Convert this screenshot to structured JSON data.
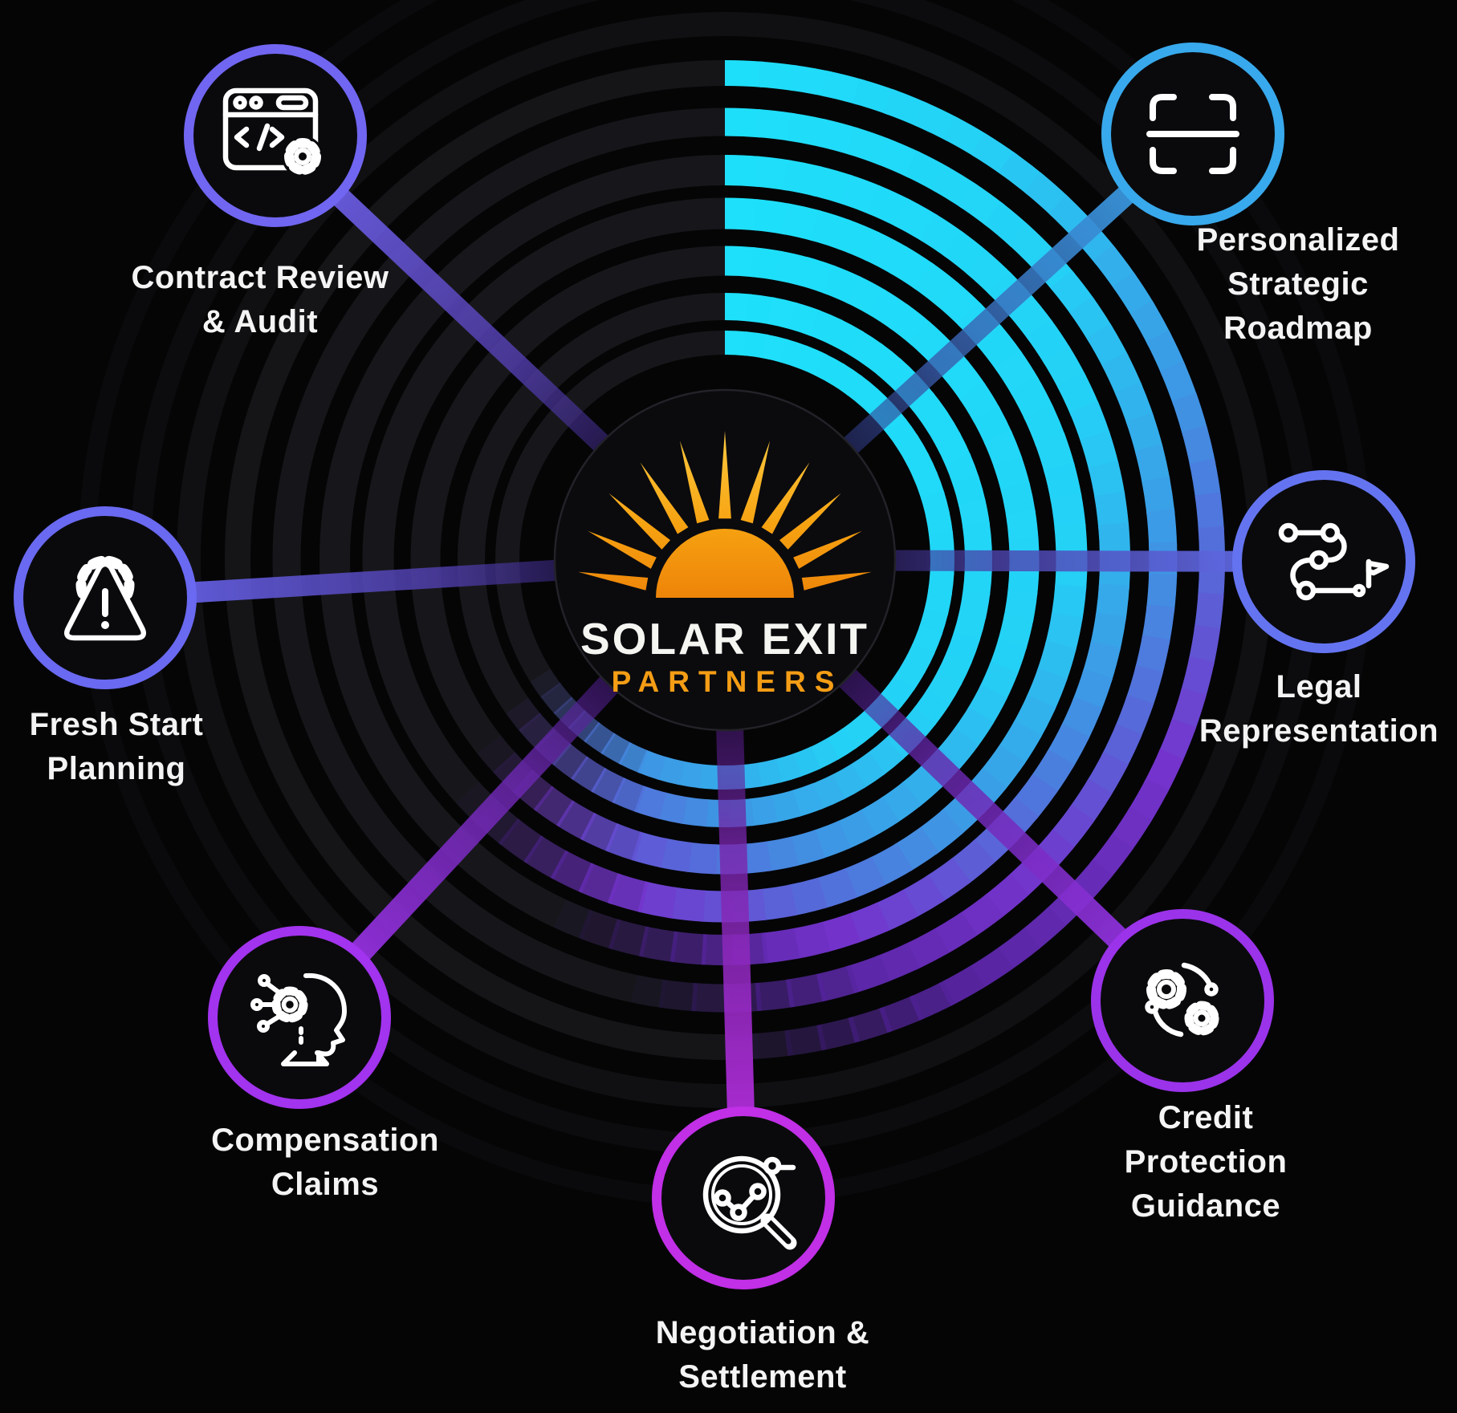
{
  "brand": {
    "name_line1": "SOLAR EXIT",
    "name_line2": "PARTNERS",
    "orange": "#f49d15",
    "sun_gold_light": "#fdc83c",
    "sun_gold_deep": "#ee8409"
  },
  "services": [
    {
      "id": "contract-review",
      "lines": [
        "Contract Review",
        "& Audit"
      ],
      "accent": "#7166f1",
      "icon": "browser-code-gear-icon"
    },
    {
      "id": "strategic-roadmap",
      "lines": [
        "Personalized",
        "Strategic Roadmap"
      ],
      "accent": "#38a9ec",
      "icon": "scan-frame-icon"
    },
    {
      "id": "legal-representation",
      "lines": [
        "Legal",
        "Representation"
      ],
      "accent": "#6474f1",
      "icon": "route-flag-icon"
    },
    {
      "id": "credit-protection",
      "lines": [
        "Credit Protection",
        "Guidance"
      ],
      "accent": "#9b33ea",
      "icon": "gears-sync-icon"
    },
    {
      "id": "negotiation-settlement",
      "lines": [
        "Negotiation &",
        "Settlement"
      ],
      "accent": "#c12fe7",
      "icon": "magnifier-chart-icon"
    },
    {
      "id": "compensation-claims",
      "lines": [
        "Compensation",
        "Claims"
      ],
      "accent": "#a233ee",
      "icon": "ai-head-icon"
    },
    {
      "id": "fresh-start-planning",
      "lines": [
        "Fresh Start",
        "Planning"
      ],
      "accent": "#6a69f1",
      "icon": "warning-gear-icon"
    }
  ],
  "colors": {
    "background": "#050506",
    "ring_gray": "#17171b",
    "arc_cyan": "#1ee0fa",
    "arc_blue": "#3e96e4",
    "arc_purple": "#7433cc",
    "arc_deep": "#3c1777",
    "connector_fade": "#2b1263",
    "node_fill": "#0a0a0d",
    "icon_stroke": "#ffffff",
    "label_text": "#f4f4f4"
  }
}
